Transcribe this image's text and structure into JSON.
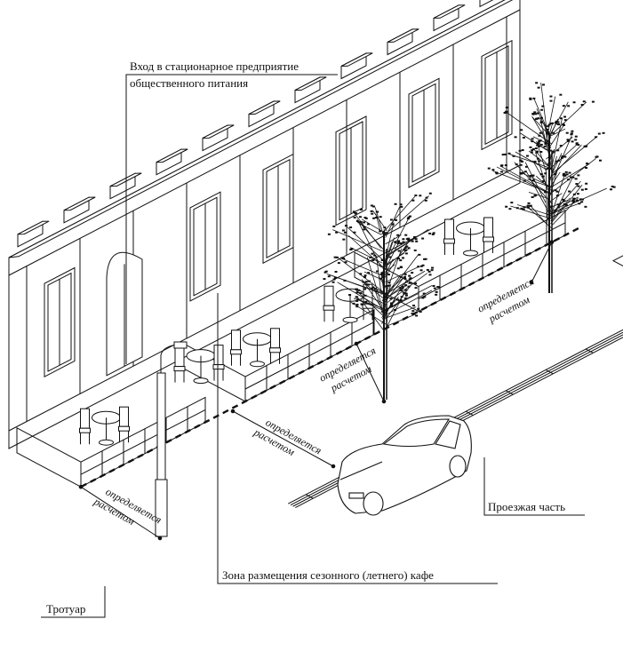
{
  "labels": {
    "entrance_line1": "Вход в стационарное предприятие",
    "entrance_line2": "общественного питания",
    "roadway": "Проезжая часть",
    "cafe_zone": "Зона размещения сезонного (летнего) кафе",
    "sidewalk": "Тротуар"
  },
  "dimension_labels": [
    {
      "line1": "определяется",
      "line2": "расчетом"
    },
    {
      "line1": "определяется",
      "line2": "расчетом"
    },
    {
      "line1": "определяется",
      "line2": "расчетом"
    },
    {
      "line1": "определяется",
      "line2": "расчетом"
    }
  ],
  "colors": {
    "ink": "#111111",
    "background": "#ffffff"
  }
}
